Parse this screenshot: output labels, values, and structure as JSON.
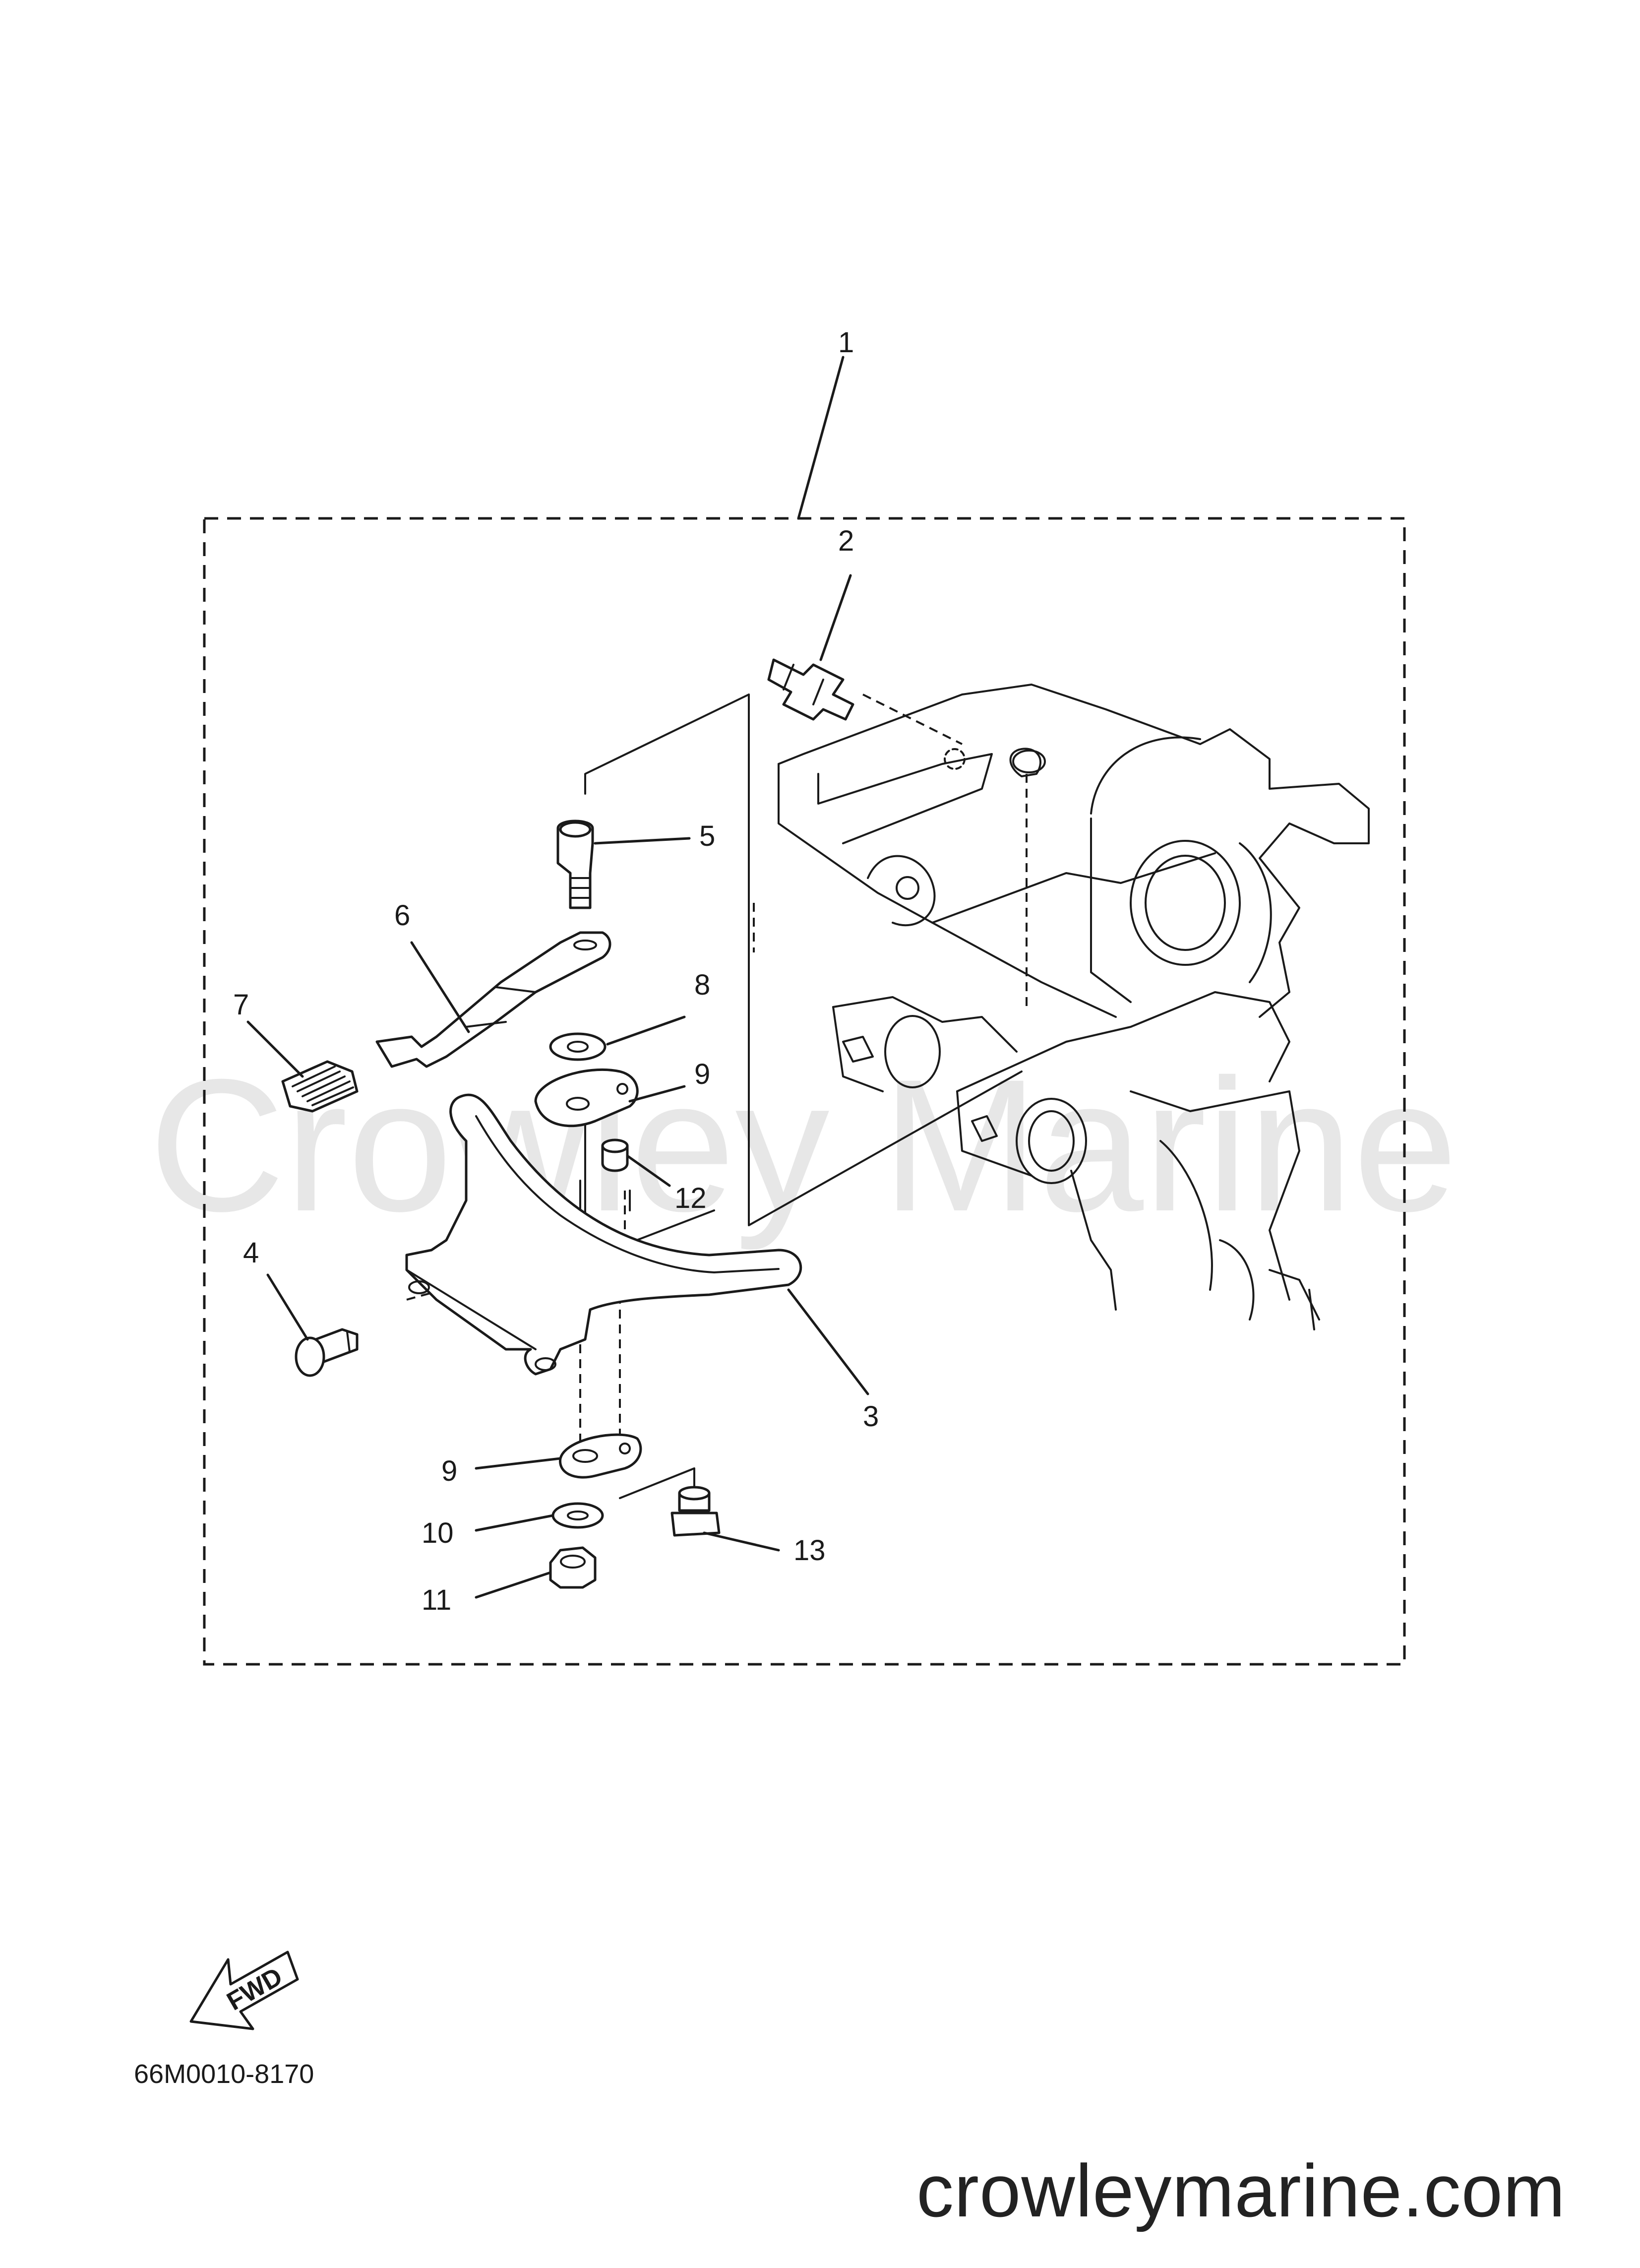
{
  "watermark": "Crowley Marine",
  "callouts": {
    "c1": "1",
    "c2": "2",
    "c3": "3",
    "c4": "4",
    "c5": "5",
    "c6": "6",
    "c7": "7",
    "c8": "8",
    "c9a": "9",
    "c9b": "9",
    "c10": "10",
    "c11": "11",
    "c12": "12",
    "c13": "13"
  },
  "fwd_label": "FWD",
  "diagram_code": "66M0010-8170",
  "footer_site": "crowleymarine.com",
  "icons": {
    "fwd": "fwd-arrow-icon"
  }
}
